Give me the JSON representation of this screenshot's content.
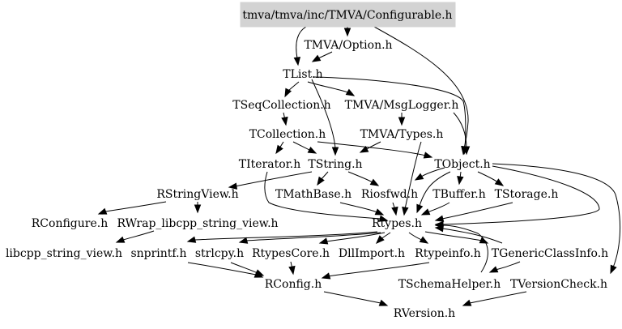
{
  "nodes": {
    "configurable": "tmva/tmva/inc/TMVA/Configurable.h",
    "option": "TMVA/Option.h",
    "tlist": "TList.h",
    "tseqcollection": "TSeqCollection.h",
    "msglogger": "TMVA/MsgLogger.h",
    "tcollection": "TCollection.h",
    "types": "TMVA/Types.h",
    "titerator": "TIterator.h",
    "tstring": "TString.h",
    "tobject": "TObject.h",
    "rstringview": "RStringView.h",
    "tmathbase": "TMathBase.h",
    "riosfwd": "Riosfwd.h",
    "tbuffer": "TBuffer.h",
    "tstorage": "TStorage.h",
    "rconfigure": "RConfigure.h",
    "rwrap": "RWrap_libcpp_string_view.h",
    "rtypes": "Rtypes.h",
    "libcpp": "libcpp_string_view.h",
    "snprintf": "snprintf.h",
    "strlcpy": "strlcpy.h",
    "rtypescore": "RtypesCore.h",
    "dllimport": "DllImport.h",
    "rtypeinfo": "Rtypeinfo.h",
    "tgenericclassinfo": "TGenericClassInfo.h",
    "rconfig": "RConfig.h",
    "tschemahelper": "TSchemaHelper.h",
    "tversioncheck": "TVersionCheck.h",
    "rversion": "RVersion.h"
  },
  "colors": {
    "root_fill": "#d3d3d3",
    "edge": "#000000",
    "background": "#ffffff"
  }
}
